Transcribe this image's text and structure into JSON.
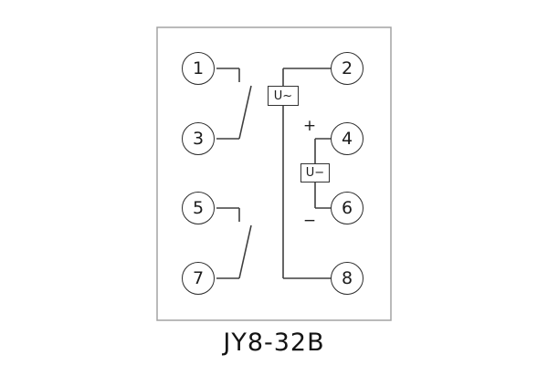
{
  "diagram": {
    "title": "JY8-32B",
    "terminals": {
      "t1": "1",
      "t2": "2",
      "t3": "3",
      "t4": "4",
      "t5": "5",
      "t6": "6",
      "t7": "7",
      "t8": "8"
    },
    "labels": {
      "ac_source": "U~",
      "dc_source": "U−",
      "plus": "+",
      "minus": "−"
    },
    "colors": {
      "background": "#ffffff",
      "frame": "#a3a3a3",
      "wire": "#3f3f3f",
      "terminal_outline": "#2b2b2b",
      "text": "#1c1c1c"
    }
  }
}
